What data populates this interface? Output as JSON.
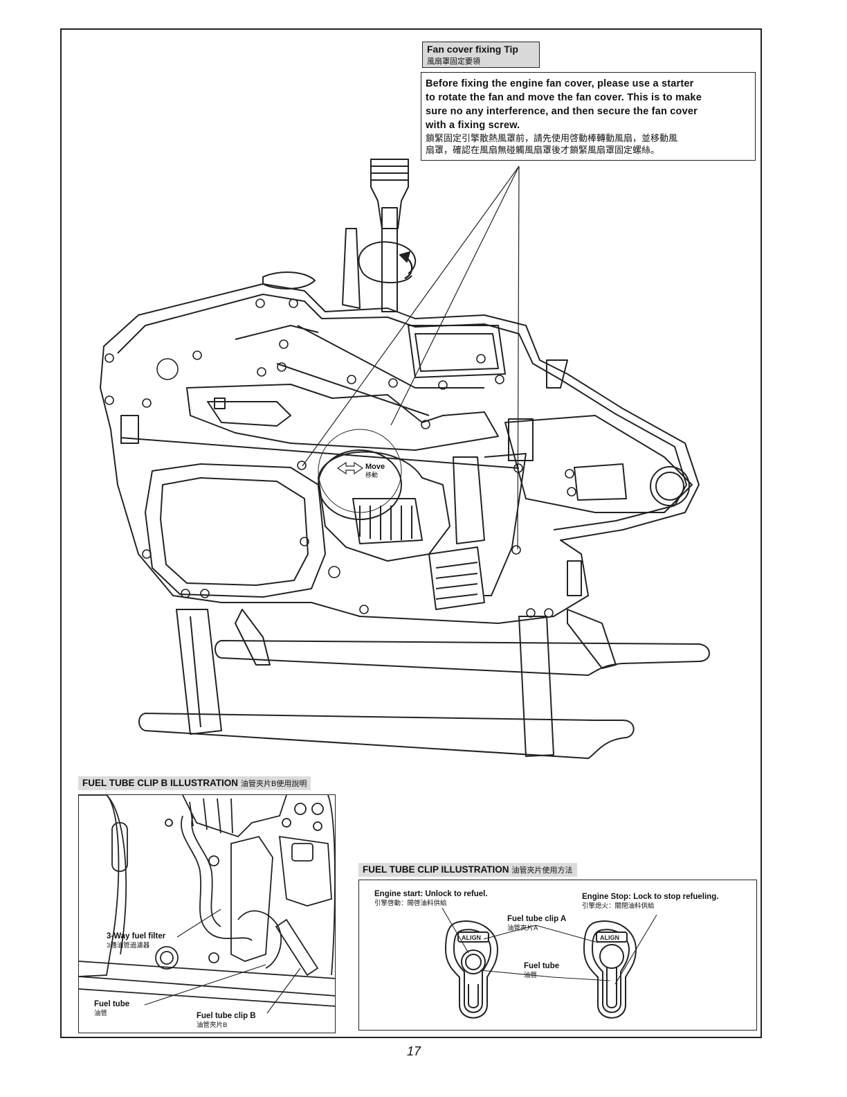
{
  "tip": {
    "title": "Fan cover fixing Tip",
    "title_zh": "風扇罩固定要領",
    "body_lines": [
      "Before fixing the engine fan cover, please use a starter",
      "to rotate the fan and move the fan cover. This is to make",
      "sure no any interference, and then secure the fan cover",
      "with a fixing screw."
    ],
    "body_zh_lines": [
      "鎖緊固定引擎散熱風罩前，請先使用啓動棒轉動風扇，並移動風",
      "扇罩，確認在風扇無碰觸風扇罩後才鎖緊風扇罩固定螺絲。"
    ]
  },
  "main_diagram": {
    "move_label": "Move",
    "move_label_zh": "移動"
  },
  "clip_b": {
    "title": "FUEL TUBE CLIP B ILLUSTRATION",
    "title_zh": "油管夾片B使用說明",
    "labels": {
      "filter": "3-Way fuel filter",
      "filter_zh": "3通油管過濾器",
      "fuel_tube": "Fuel tube",
      "fuel_tube_zh": "油管",
      "clip_b": "Fuel tube clip B",
      "clip_b_zh": "油管夾片B"
    }
  },
  "clip_a": {
    "title": "FUEL TUBE CLIP ILLUSTRATION",
    "title_zh": "油管夾片使用方法",
    "labels": {
      "start": "Engine start: Unlock to refuel.",
      "start_zh": "引擎啓動：開啓油料供給",
      "stop": "Engine Stop: Lock to stop refueling.",
      "stop_zh": "引擎熄火：關閉油料供給",
      "clip_a": "Fuel tube clip A",
      "clip_a_zh": "油管夾片A",
      "fuel_tube": "Fuel tube",
      "fuel_tube_zh": "油管",
      "brand": "ALIGN"
    }
  },
  "page_number": "17"
}
